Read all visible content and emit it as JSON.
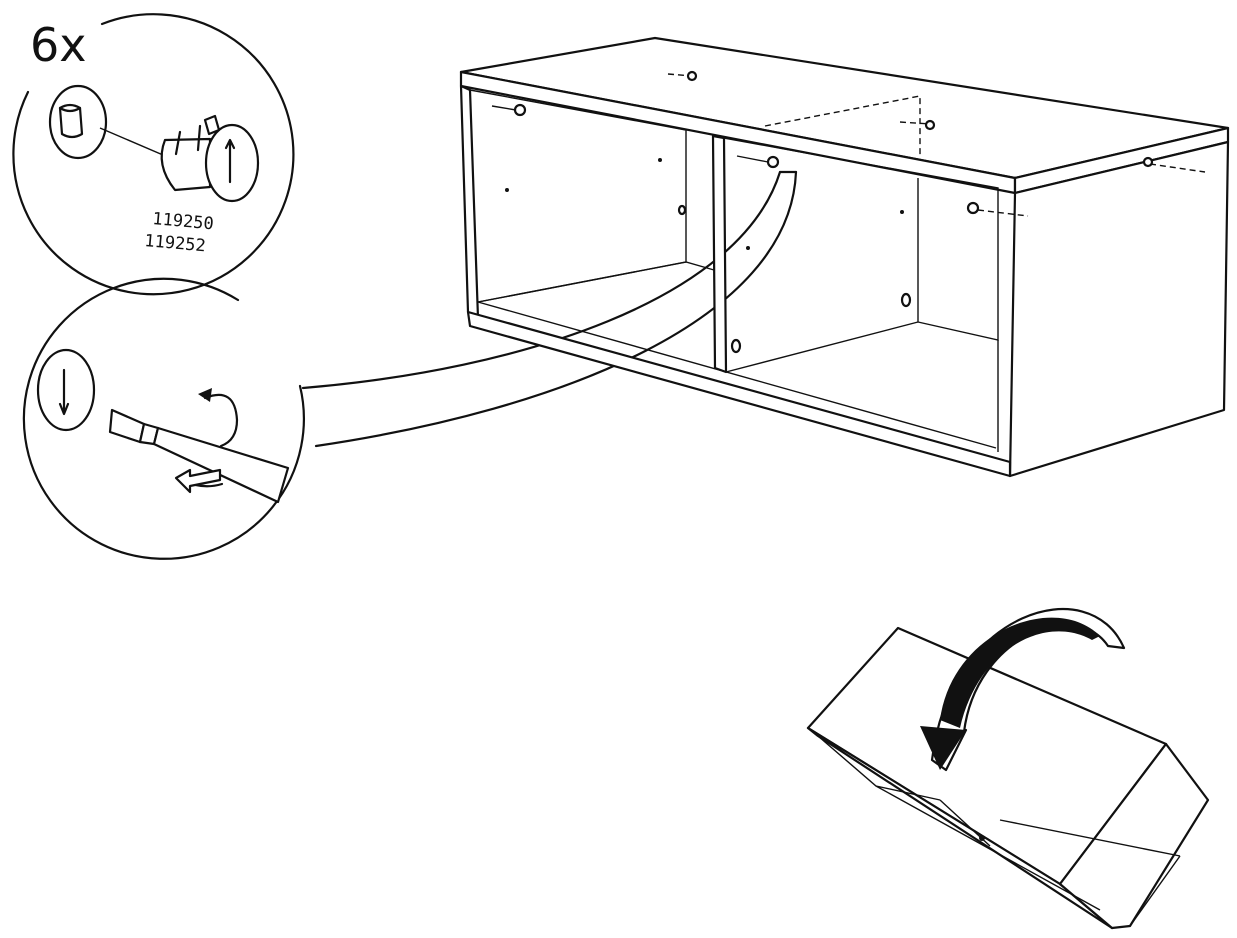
{
  "step": {
    "quantity_label": "6x"
  },
  "detail_callout": {
    "part_numbers": [
      "119250",
      "119252"
    ]
  },
  "icons": {
    "cam_lock": "cam-lock-icon",
    "screwdriver": "screwdriver-icon",
    "rotate_arrow": "rotate-arrow-icon",
    "flip_arrow": "flip-arrow-icon"
  }
}
